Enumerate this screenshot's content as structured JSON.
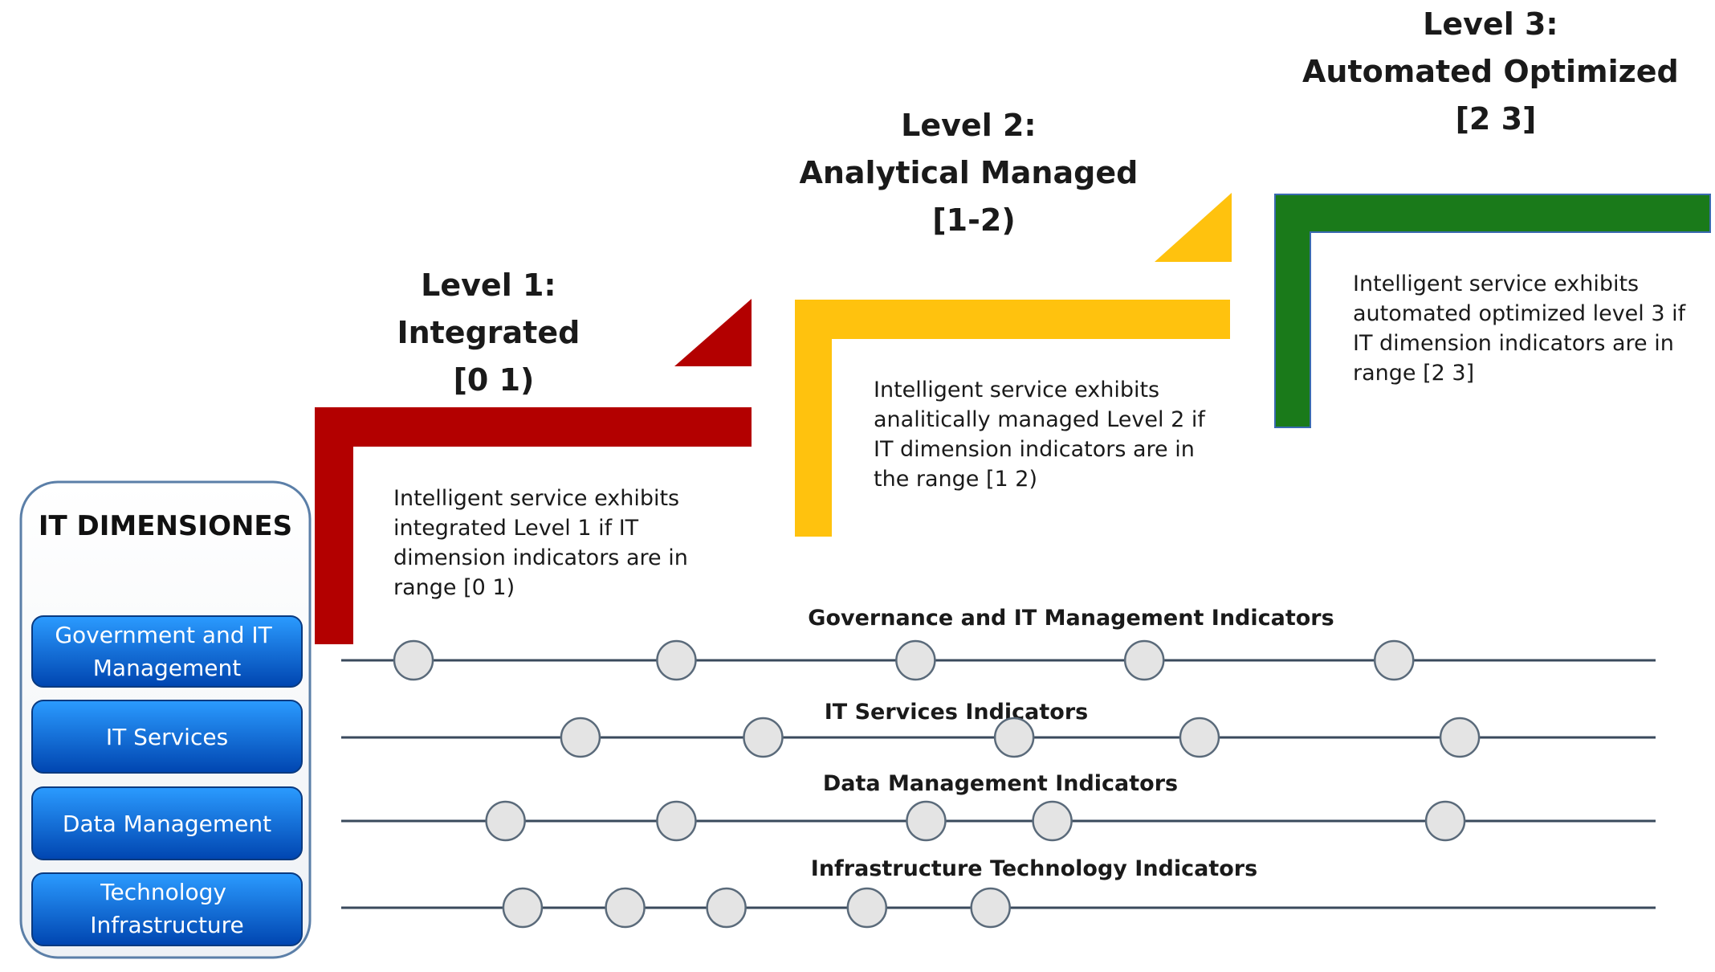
{
  "colors": {
    "level1": "#b30000",
    "level2": "#ffc20e",
    "level3": "#1a7a1a",
    "line": "#3a4a5c",
    "dot_fill": "#e4e4e4",
    "dot_stroke": "#5a6a7a",
    "button_top": "#1e90ff",
    "button_bottom": "#0047b3"
  },
  "levels": [
    {
      "title_lines": [
        "Level 1:",
        "Integrated",
        "[0 1)"
      ],
      "desc_lines": [
        "Intelligent service exhibits",
        "integrated Level 1 if IT",
        "dimension indicators are in",
        "range [0 1)"
      ]
    },
    {
      "title_lines": [
        "Level 2:",
        "Analytical Managed",
        "[1-2)"
      ],
      "desc_lines": [
        "Intelligent service exhibits",
        "analitically managed Level 2 if",
        "IT dimension indicators are in",
        "the range [1 2)"
      ]
    },
    {
      "title_lines": [
        "Level 3:",
        "Automated Optimized",
        "[2 3]"
      ],
      "desc_lines": [
        "Intelligent service exhibits",
        "automated optimized level 3 if",
        "IT dimension indicators are in",
        "range [2 3]"
      ]
    }
  ],
  "panel": {
    "title": "IT DIMENSIONES",
    "dimensions": [
      [
        "Government and IT",
        "Management"
      ],
      [
        "IT Services"
      ],
      [
        "Data Management"
      ],
      [
        "Technology",
        "Infrastructure"
      ]
    ]
  },
  "indicator_lines": [
    {
      "label": "Governance and IT Management Indicators",
      "points": [
        0.055,
        0.255,
        0.437,
        0.611,
        0.801
      ]
    },
    {
      "label": "IT Services Indicators",
      "points": [
        0.182,
        0.321,
        0.512,
        0.653,
        0.851
      ]
    },
    {
      "label": "Data Management Indicators",
      "points": [
        0.125,
        0.255,
        0.445,
        0.541,
        0.84
      ]
    },
    {
      "label": "Infrastructure Technology Indicators",
      "points": [
        0.138,
        0.216,
        0.293,
        0.4,
        0.494
      ]
    }
  ]
}
